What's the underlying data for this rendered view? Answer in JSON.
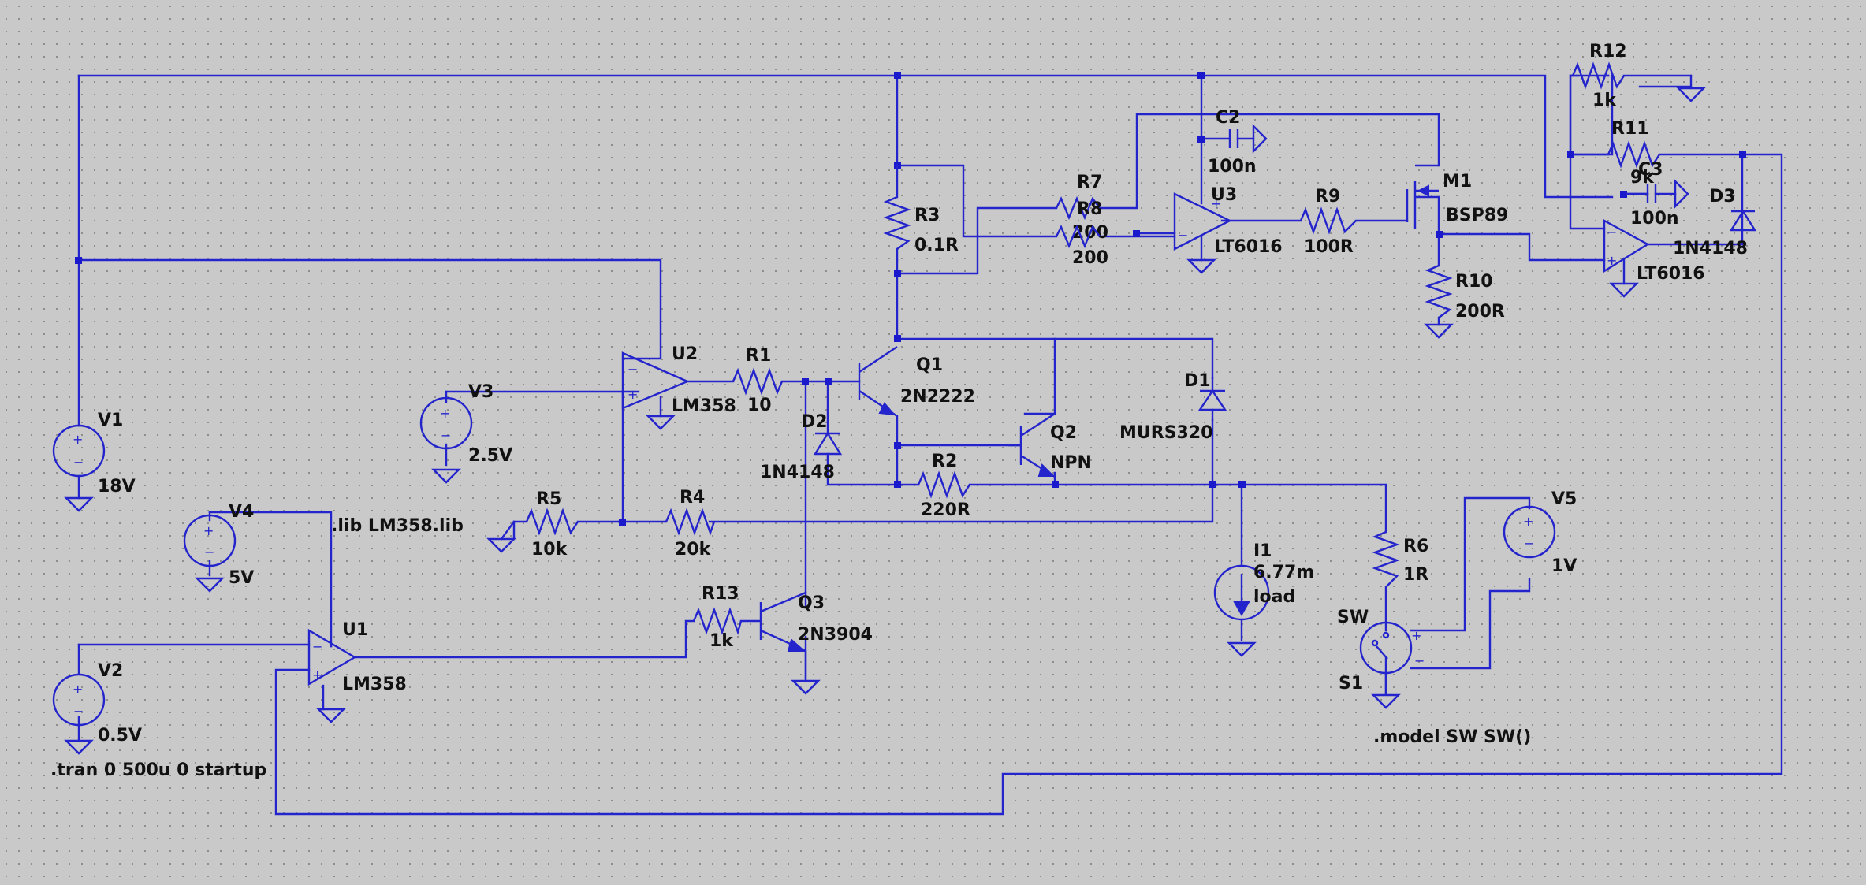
{
  "components": {
    "V1": {
      "ref": "V1",
      "value": "18V"
    },
    "V2": {
      "ref": "V2",
      "value": "0.5V"
    },
    "V3": {
      "ref": "V3",
      "value": "2.5V"
    },
    "V4": {
      "ref": "V4",
      "value": "5V"
    },
    "V5": {
      "ref": "V5",
      "value": "1V"
    },
    "U1": {
      "ref": "U1",
      "value": "LM358"
    },
    "U2": {
      "ref": "U2",
      "value": "LM358"
    },
    "U3": {
      "ref": "U3",
      "value": "LT6016"
    },
    "U4": {
      "value": "LT6016"
    },
    "R1": {
      "ref": "R1",
      "value": "10"
    },
    "R2": {
      "ref": "R2",
      "value": "220R"
    },
    "R3": {
      "ref": "R3",
      "value": "0.1R"
    },
    "R4": {
      "ref": "R4",
      "value": "20k"
    },
    "R5": {
      "ref": "R5",
      "value": "10k"
    },
    "R6": {
      "ref": "R6",
      "value": "1R"
    },
    "R7": {
      "ref": "R7",
      "value": "200"
    },
    "R8": {
      "ref": "R8",
      "value": "200"
    },
    "R9": {
      "ref": "R9",
      "value": "100R"
    },
    "R10": {
      "ref": "R10",
      "value": "200R"
    },
    "R11": {
      "ref": "R11",
      "value": "9k"
    },
    "R12": {
      "ref": "R12",
      "value": "1k"
    },
    "R13": {
      "ref": "R13",
      "value": "1k"
    },
    "C2": {
      "ref": "C2",
      "value": "100n"
    },
    "C3": {
      "ref": "C3",
      "value": "100n"
    },
    "Q1": {
      "ref": "Q1",
      "value": "2N2222"
    },
    "Q2": {
      "ref": "Q2",
      "value": "NPN"
    },
    "Q3": {
      "ref": "Q3",
      "value": "2N3904"
    },
    "M1": {
      "ref": "M1",
      "value": "BSP89"
    },
    "D1": {
      "ref": "D1",
      "value": "MURS320"
    },
    "D2": {
      "ref": "D2",
      "value": "1N4148"
    },
    "D3": {
      "ref": "D3",
      "value": "1N4148"
    },
    "I1": {
      "ref": "I1",
      "value": "6.77m",
      "extra": "load"
    },
    "S1": {
      "ref": "SW",
      "inst": "S1"
    }
  },
  "directives": {
    "tran": ".tran 0 500u 0 startup",
    "lib": ".lib LM358.lib",
    "model": ".model SW SW()"
  },
  "pins": {
    "plus": "+",
    "minus": "−"
  },
  "colors": {
    "background": "#c9c9c9",
    "wire": "#2424cc",
    "junction": "#1a1acc",
    "label": "#111111"
  }
}
